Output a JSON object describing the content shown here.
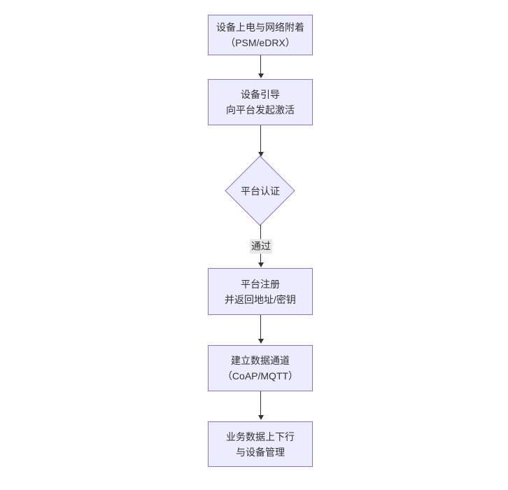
{
  "diagram": {
    "type": "flowchart",
    "direction": "top-down",
    "colors": {
      "background": "#ffffff",
      "node_fill": "#ECECFF",
      "node_border": "#9370DB",
      "arrow": "#333333",
      "edge_label_bg": "#e8e8e8",
      "text": "#333333"
    },
    "nodes": [
      {
        "id": "power-attach",
        "shape": "rect",
        "label": "设备上电与网络附着\n（PSM/eDRX）"
      },
      {
        "id": "bootstrap-activate",
        "shape": "rect",
        "label": "设备引导\n向平台发起激活"
      },
      {
        "id": "platform-auth",
        "shape": "diamond",
        "label": "平台认证"
      },
      {
        "id": "platform-register",
        "shape": "rect",
        "label": "平台注册\n并返回地址/密钥"
      },
      {
        "id": "data-channel",
        "shape": "rect",
        "label": "建立数据通道\n（CoAP/MQTT）"
      },
      {
        "id": "business-data",
        "shape": "rect",
        "label": "业务数据上下行\n与设备管理"
      }
    ],
    "edges": [
      {
        "from": "power-attach",
        "to": "bootstrap-activate",
        "label": ""
      },
      {
        "from": "bootstrap-activate",
        "to": "platform-auth",
        "label": ""
      },
      {
        "from": "platform-auth",
        "to": "platform-register",
        "label": "通过"
      },
      {
        "from": "platform-register",
        "to": "data-channel",
        "label": ""
      },
      {
        "from": "data-channel",
        "to": "business-data",
        "label": ""
      }
    ]
  }
}
